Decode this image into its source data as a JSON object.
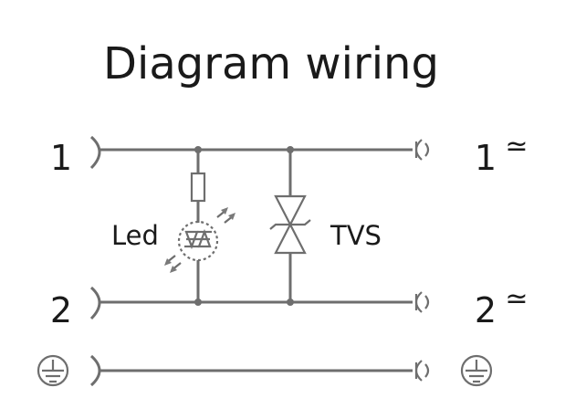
{
  "title": "Diagram wiring",
  "left_pins": [
    "1",
    "2"
  ],
  "right_pins": [
    "1",
    "2"
  ],
  "ac_symbol": "≃",
  "components": {
    "led": "Led",
    "tvs": "TVS"
  },
  "ground_symbol": "protective-earth-icon",
  "colors": {
    "wire": "#6e6e6e",
    "text": "#1a1a1a",
    "background": "#ffffff"
  }
}
